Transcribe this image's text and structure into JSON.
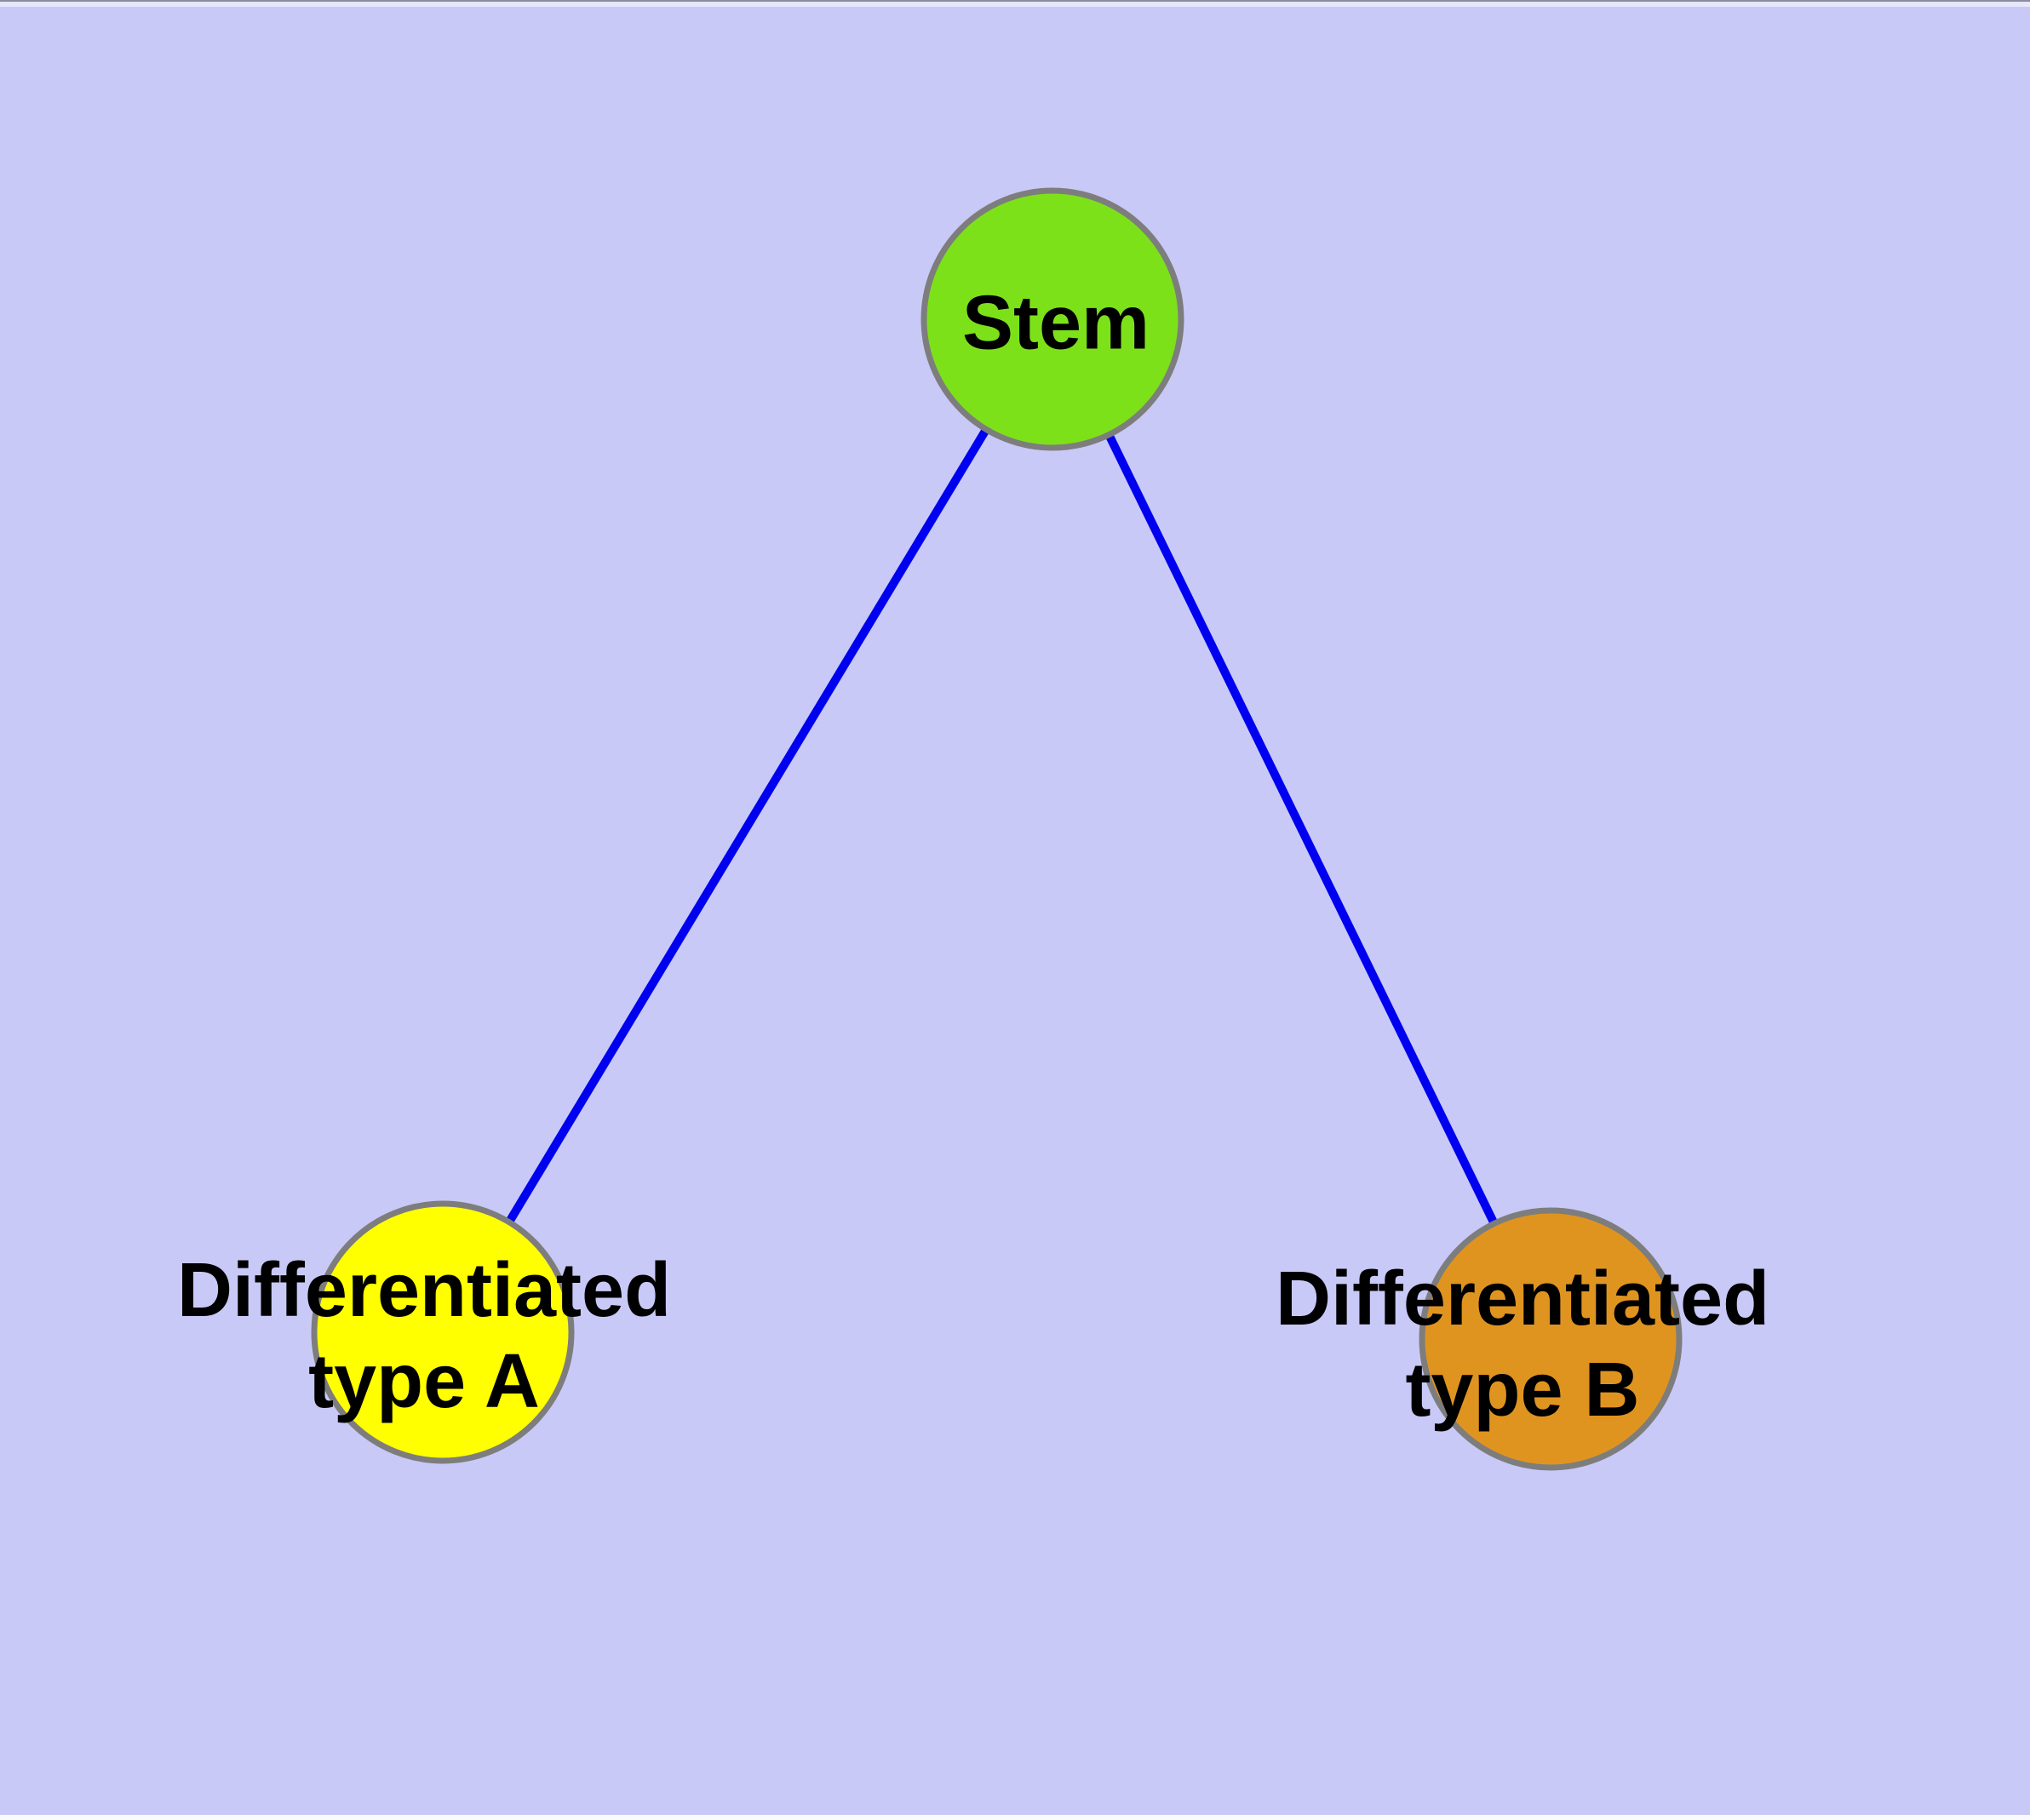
{
  "canvas": {
    "background_color": "#c9c9f7",
    "edge_color": "#0000f0",
    "node_border_color": "#7d7d7d",
    "label_color": "#000000"
  },
  "nodes": [
    {
      "id": "stem",
      "label": "Stem",
      "fill": "#7de119"
    },
    {
      "id": "diff-a",
      "label_line1": "Differentiated",
      "label_line2": "type A",
      "fill": "#ffff00"
    },
    {
      "id": "diff-b",
      "label_line1": "Differentiated",
      "label_line2": "type B",
      "fill": "#e09420"
    }
  ],
  "edges": [
    {
      "from": "stem",
      "to": "diff-a"
    },
    {
      "from": "stem",
      "to": "diff-b"
    }
  ]
}
